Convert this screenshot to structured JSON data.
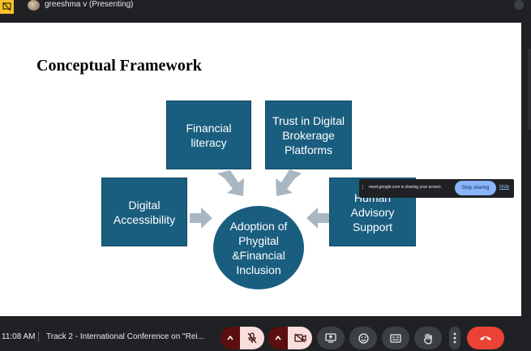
{
  "topbar": {
    "presenter": "greeshma v (Presenting)"
  },
  "slide": {
    "title": "Conceptual Framework",
    "boxes": {
      "financial": "Financial literacy",
      "trust": "Trust in Digital Brokerage Platforms",
      "digital": "Digital Accessibility",
      "human": "Human Advisory Support"
    },
    "center": "Adoption of Phygital &Financial Inclusion",
    "colors": {
      "box": "#1a5e7f",
      "arrow": "#a9b7c2"
    }
  },
  "share_banner": {
    "message": "meet.google.com is sharing your screen.",
    "stop_label": "Stop sharing",
    "hide_label": "Hide"
  },
  "bottombar": {
    "time": "11:08 AM",
    "meeting": "Track 2 - International Conference on \"Rei...",
    "controls": {
      "mic": "mic-off-icon",
      "camera": "video-off-icon",
      "present": "present-screen-icon",
      "reactions": "emoji-icon",
      "captions": "captions-icon",
      "hand": "raise-hand-icon",
      "more": "more-vert-icon",
      "end": "end-call-icon"
    },
    "colors": {
      "end": "#ea4335",
      "muted": "#f9dedc"
    }
  }
}
